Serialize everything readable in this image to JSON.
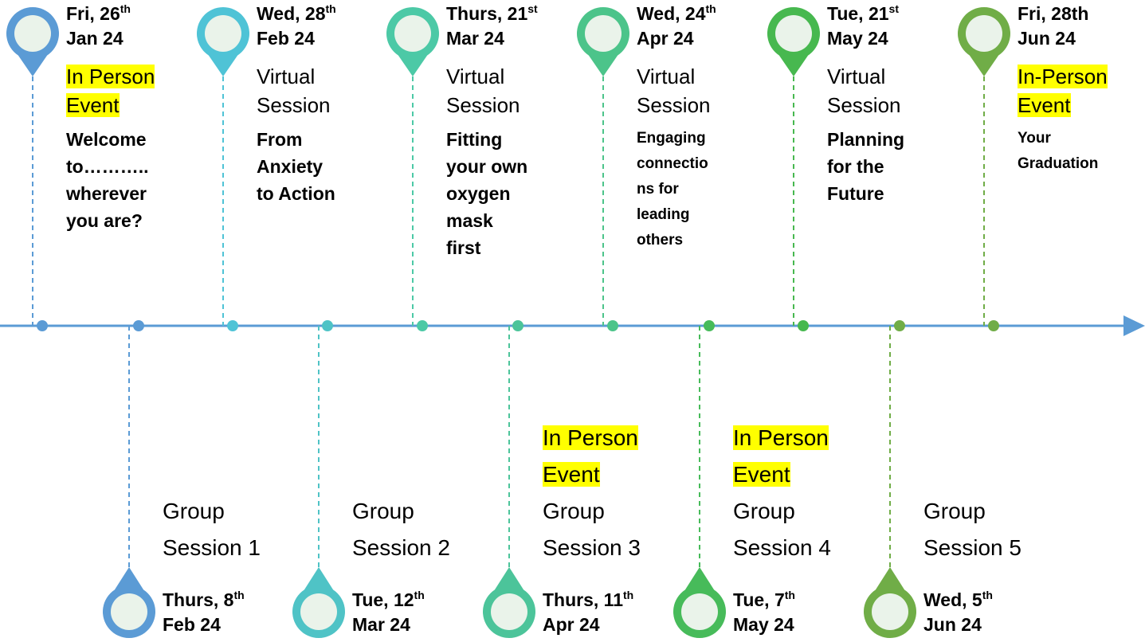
{
  "timeline": {
    "top_events": [
      {
        "day": "Fri, 26",
        "suffix": "th",
        "monthyear": "Jan 24",
        "type_line1": "In Person",
        "type_line2": "Event",
        "highlight": true,
        "topic_lines": [
          "Welcome",
          "to………..",
          "wherever",
          "you are?"
        ],
        "color": "#5B9BD5",
        "small": false
      },
      {
        "day": "Wed, 28",
        "suffix": "th",
        "monthyear": "Feb 24",
        "type_line1": "Virtual",
        "type_line2": "Session",
        "highlight": false,
        "topic_lines": [
          "From",
          "Anxiety",
          "to Action"
        ],
        "color": "#4FC3D6",
        "small": false
      },
      {
        "day": "Thurs, 21",
        "suffix": "st",
        "monthyear": "Mar 24",
        "type_line1": "Virtual",
        "type_line2": "Session",
        "highlight": false,
        "topic_lines": [
          "Fitting",
          "your own",
          "oxygen",
          "mask",
          "first"
        ],
        "color": "#4CC9A6",
        "small": false
      },
      {
        "day": "Wed, 24",
        "suffix": "th",
        "monthyear": "Apr 24",
        "type_line1": "Virtual",
        "type_line2": "Session",
        "highlight": false,
        "topic_lines": [
          "Engaging",
          "connectio",
          "ns for",
          "leading",
          "others"
        ],
        "color": "#4CC48A",
        "small": true
      },
      {
        "day": "Tue, 21",
        "suffix": "st",
        "monthyear": "May 24",
        "type_line1": "Virtual",
        "type_line2": "Session",
        "highlight": false,
        "topic_lines": [
          "Planning",
          "for the",
          "Future"
        ],
        "color": "#47B84F",
        "small": false
      },
      {
        "day": "Fri, 28th",
        "suffix": "",
        "monthyear": "Jun 24",
        "type_line1": "In-Person",
        "type_line2": "Event",
        "highlight": true,
        "topic_lines": [
          "Your",
          "Graduation"
        ],
        "color": "#70AD47",
        "small": true
      }
    ],
    "bottom_events": [
      {
        "day": "Thurs, 8",
        "suffix": "th",
        "monthyear": "Feb 24",
        "group_line1": "Group",
        "group_line2": "Session 1",
        "highlight_line1": "",
        "highlight_line2": "",
        "color": "#5B9BD5"
      },
      {
        "day": "Tue, 12",
        "suffix": "th",
        "monthyear": "Mar 24",
        "group_line1": "Group",
        "group_line2": "Session 2",
        "highlight_line1": "",
        "highlight_line2": "",
        "color": "#4FC3C6"
      },
      {
        "day": "Thurs, 11",
        "suffix": "th",
        "monthyear": "Apr 24",
        "group_line1": "Group",
        "group_line2": "Session 3",
        "highlight_line1": "In Person",
        "highlight_line2": "Event",
        "color": "#4CC49A"
      },
      {
        "day": "Tue, 7",
        "suffix": "th",
        "monthyear": "May 24",
        "group_line1": "Group",
        "group_line2": "Session 4",
        "highlight_line1": "In Person",
        "highlight_line2": "Event",
        "color": "#47BB5A"
      },
      {
        "day": "Wed, 5",
        "suffix": "th",
        "monthyear": "Jun 24",
        "group_line1": "Group",
        "group_line2": "Session 5",
        "highlight_line1": "",
        "highlight_line2": "",
        "color": "#70AD47"
      }
    ],
    "colors": {
      "axis": "#5B9BD5",
      "highlight": "#ffff00",
      "pin_fill": "#EAF3EA"
    }
  }
}
